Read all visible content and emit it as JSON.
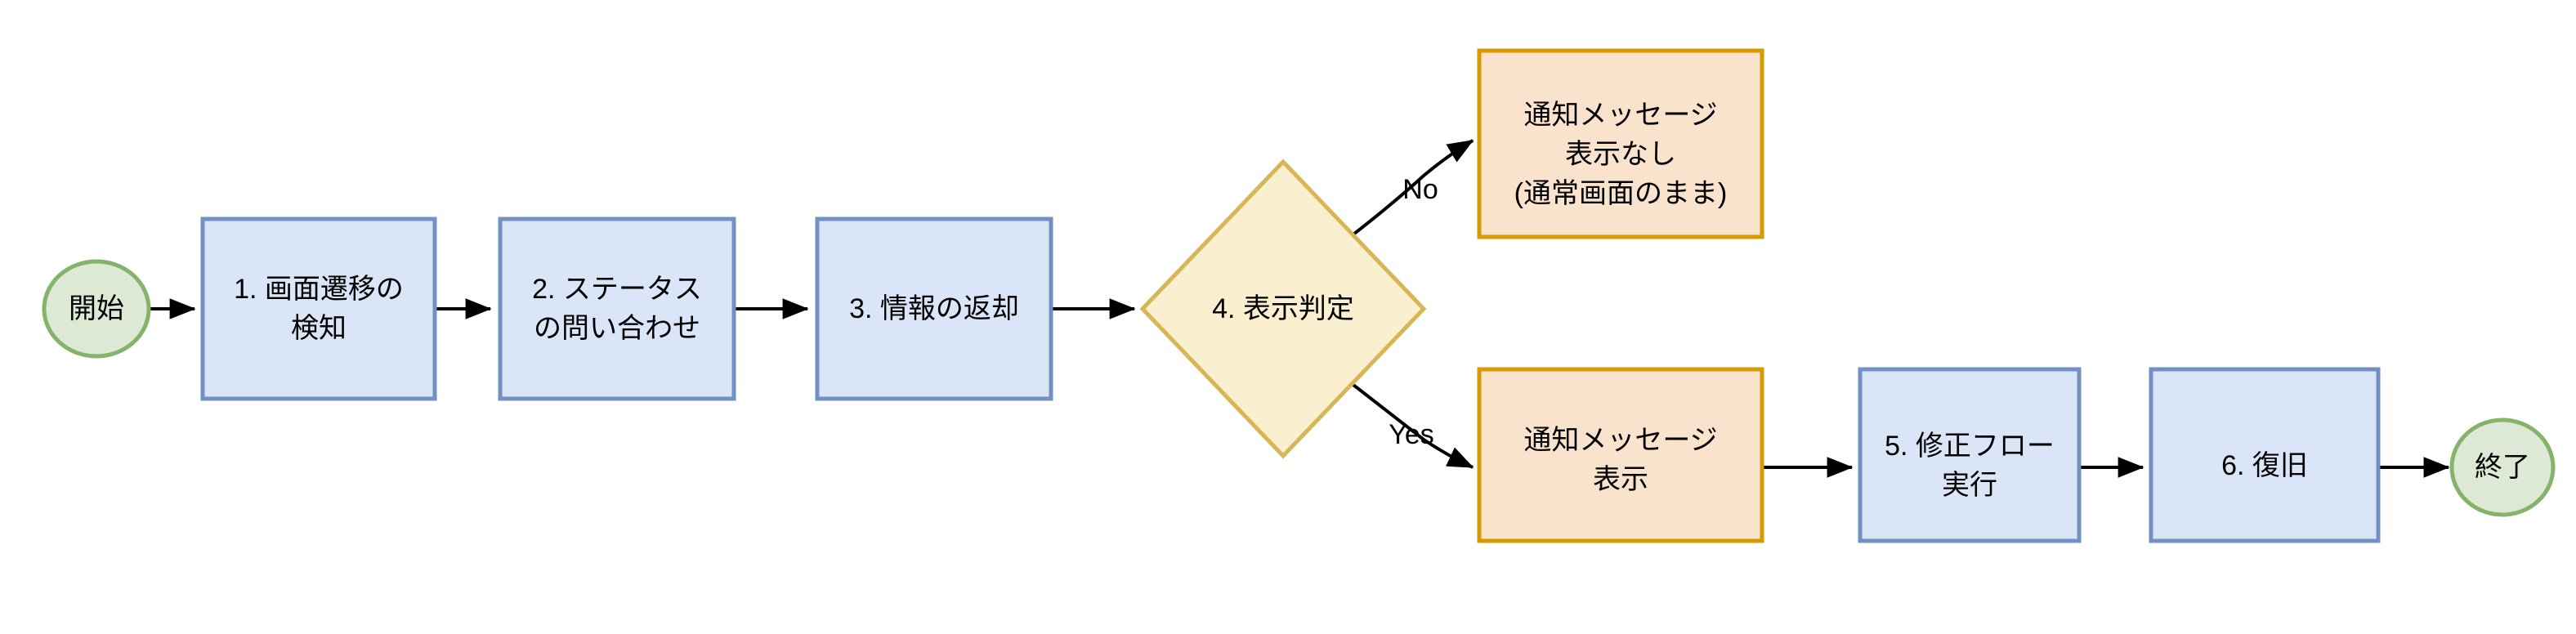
{
  "diagram": {
    "type": "flowchart",
    "orientation": "left-to-right",
    "background_color": "#ffffff",
    "palette": {
      "process_fill": "#DAE5F7",
      "process_stroke": "#7191C4",
      "message_fill": "#FAE3CC",
      "message_stroke": "#D79B00",
      "decision_fill": "#FAF0D0",
      "decision_stroke": "#D6B656",
      "terminator_fill": "#DDE9D5",
      "terminator_stroke": "#85B36A",
      "edge_stroke": "#000000",
      "text_color": "#000000"
    },
    "nodes": {
      "start": {
        "label": "開始",
        "shape": "ellipse"
      },
      "step1": {
        "lines": [
          "1. 画面遷移の",
          "検知"
        ],
        "shape": "rect"
      },
      "step2": {
        "lines": [
          "2. ステータス",
          "の問い合わせ"
        ],
        "shape": "rect"
      },
      "step3": {
        "lines": [
          "3. 情報の返却"
        ],
        "shape": "rect"
      },
      "step4": {
        "lines": [
          "4. 表示判定"
        ],
        "shape": "diamond"
      },
      "no_branch": {
        "lines": [
          "通知メッセージ",
          "表示なし",
          "(通常画面のまま)"
        ],
        "shape": "rect"
      },
      "yes_branch": {
        "lines": [
          "通知メッセージ",
          "表示"
        ],
        "shape": "rect"
      },
      "step5": {
        "lines": [
          "5. 修正フロー",
          "実行"
        ],
        "shape": "rect"
      },
      "step6": {
        "lines": [
          "6. 復旧"
        ],
        "shape": "rect"
      },
      "end": {
        "label": "終了",
        "shape": "ellipse"
      }
    },
    "edge_labels": {
      "no": "No",
      "yes": "Yes"
    }
  }
}
